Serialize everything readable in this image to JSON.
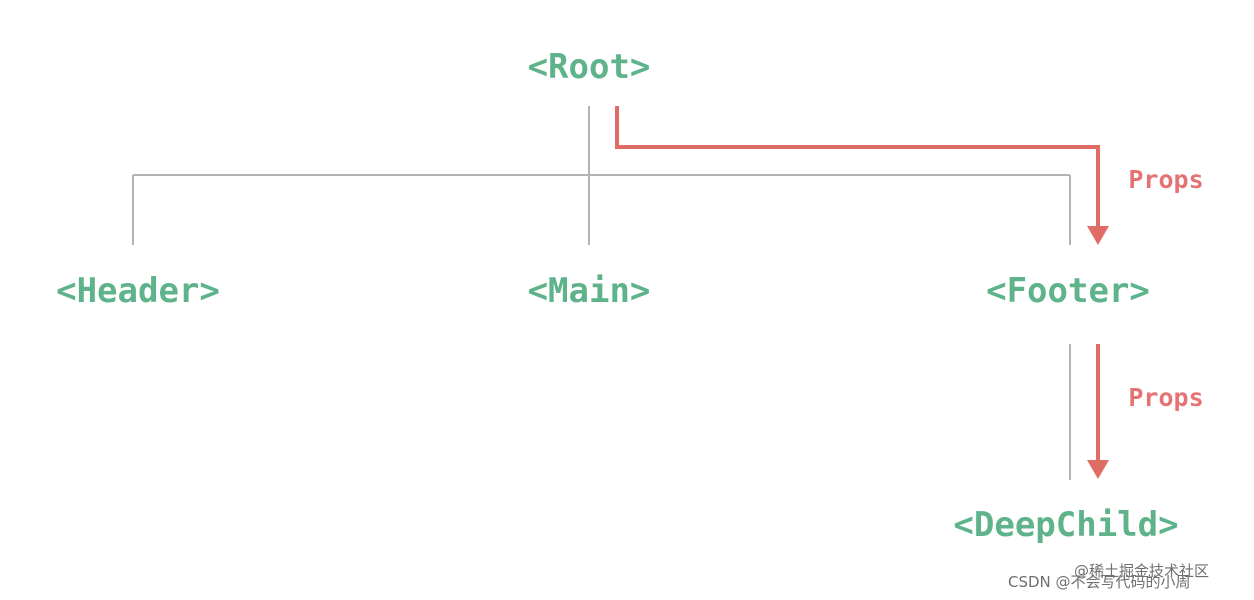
{
  "nodes": {
    "root": "<Root>",
    "header": "<Header>",
    "main": "<Main>",
    "footer": "<Footer>",
    "deep_child": "<DeepChild>"
  },
  "edges": {
    "props_1": "Props",
    "props_2": "Props"
  },
  "watermarks": [
    "@稀土掘金技术社区",
    "CSDN @不会写代码的小周"
  ],
  "colors": {
    "node_text": "#5fb38a",
    "props": "#e06c66",
    "tree_lines": "#b3b3b3"
  }
}
